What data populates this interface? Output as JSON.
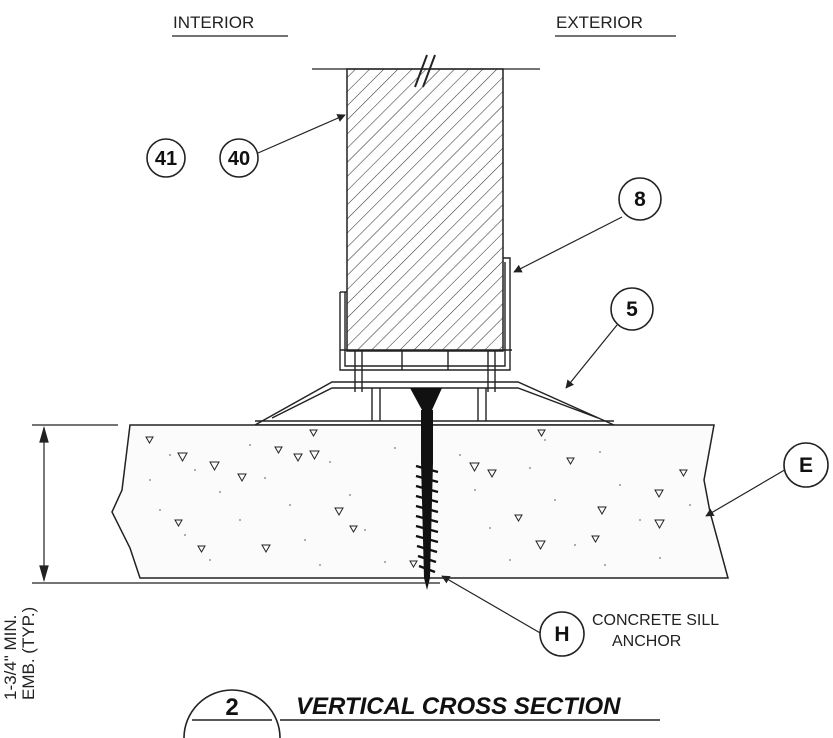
{
  "labels": {
    "interior": "INTERIOR",
    "exterior": "EXTERIOR",
    "anchor_line1": "CONCRETE SILL",
    "anchor_line2": "ANCHOR",
    "dim_line1": "1-3/4\" MIN.",
    "dim_line2": "EMB. (TYP.)"
  },
  "callouts": {
    "c41": "41",
    "c40": "40",
    "c8": "8",
    "c5": "5",
    "cE": "E",
    "cH": "H"
  },
  "title_block": {
    "number": "2",
    "title": "VERTICAL CROSS SECTION"
  },
  "colors": {
    "line": "#222222",
    "hatch": "#333333"
  }
}
